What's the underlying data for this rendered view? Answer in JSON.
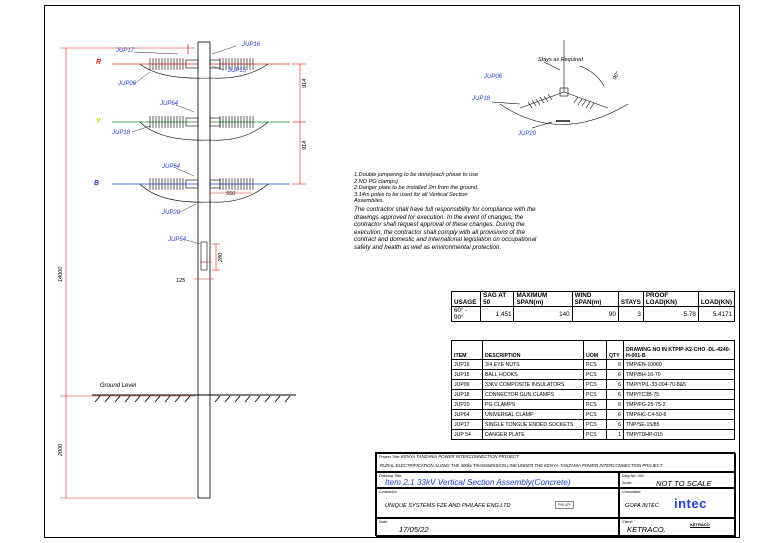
{
  "pole_labels": {
    "jup17": "JUP17",
    "jup16": "JUP16",
    "jup15": "JUP15",
    "jup06_left": "JUP06",
    "jup64_top": "JUP64",
    "jup18_left": "JUP18",
    "jup64_mid": "JUP64",
    "jup20_left": "JUP20",
    "jup54": "JUP54"
  },
  "phases": {
    "r": "R",
    "y": "Y",
    "b": "B"
  },
  "dimensions": {
    "d914_top": "914",
    "d914_mid": "914",
    "d550": "550",
    "d280": "280",
    "d125": "125",
    "d14000": "14000",
    "d2000": "2000"
  },
  "ground_level": "Ground Level",
  "stay_detail": {
    "title": "Stays as Required",
    "angle": "90°",
    "jup06": "JUP06",
    "jup18": "JUP18",
    "jup20": "JUP20"
  },
  "notes": {
    "line1": "1.Double jumpering to be done(each phase to use",
    "line1b": "2 NO PG clamps)",
    "line2": "2.Danger plate to be installed 2m from the ground.",
    "line3": "3.14m poles to be used for all Vertical Section",
    "line3b": "Assemblies.",
    "paragraph": "The contractor shall have full responsibility for compliance with the drawings approved for execution. In the event of changes, the contractor shall request approval of these changes. During the execution, the contractor shall comply with all provisions of the contract and domestic and international legislation on occupational safety and health as well as environmental protection."
  },
  "usage_table": {
    "headers": [
      "USAGE",
      "SAG AT 50",
      "MAXIMUM SPAN(m)",
      "WIND SPAN(m)",
      "STAYS",
      "PROOF LOAD(KN)",
      "LOAD(KN)"
    ],
    "row": [
      "60° - 90°",
      "1.451",
      "140",
      "90",
      "3",
      "5.78",
      "5.4171"
    ]
  },
  "items_table": {
    "headers": [
      "ITEM",
      "DESCRIPTION",
      "UOM",
      "QTY",
      "DRAWING NO IN KTPIP-K2-CHO -DL-4240-H-001-B"
    ],
    "rows": [
      [
        "JUP16",
        "3/4 EYE NUTS",
        "PCS",
        "6",
        "TMP/EN-10060"
      ],
      [
        "JUP15",
        "BALL HOOKS",
        "PCS",
        "6",
        "TMP/BH-16-70"
      ],
      [
        "JUP06",
        "33KV COMPOSITE INSULATORS",
        "PCS",
        "6",
        "TMP/YPIL-33-004-70-8&5"
      ],
      [
        "JUP18",
        "CONNECTOR GUN CLAMPS",
        "PCS",
        "6",
        "TMP/TC3B-75"
      ],
      [
        "JUP20",
        "PG CLAMPS",
        "PCS",
        "6",
        "TMP/PG-25-75-2"
      ],
      [
        "JUP64",
        "UNIVERSAL CLAMP",
        "PCS",
        "6",
        "TMP/HC-C4-50-6"
      ],
      [
        "JUP17",
        "SINGLE TONGUE ENDED SOCKETS",
        "PCS",
        "6",
        "TNP/SE-15/85"
      ],
      [
        "JUP 54",
        "DANGER PLATE",
        "PCS",
        "1",
        "TMP/TDHP-015"
      ]
    ]
  },
  "title_block": {
    "project_title_cap": "Project Title:",
    "project_title": "KENYA TANZANIA POWER INTERCONNECTION PROJECT",
    "project_sub": "RURAL ELECTRIFICATION ALONG THE 400kv TRANSMISSION LINE UNDER THE KENYA-TANZANIA POWER INTERCONNECTION PROJECT",
    "drawing_title_cap": "Drawing Title:",
    "drawing_title": "Item 2.1 33kV Vertical Section Assembly(Concrete)",
    "dwg_no_cap": "Dwg No: 002",
    "scale_cap": "Scale:",
    "scale": "NOT TO SCALE",
    "contractor_cap": "Contractor:",
    "contractor": "UNIQUE SYSTEMS FZE AND PHILAFE ENG.LTD",
    "philafe_logo": "PHILAFE",
    "consultant_cap": "Consultant:",
    "consultant": "GOPA INTEC",
    "intec_logo": "intec",
    "date_cap": "Date:",
    "date": "17/05/22",
    "client_cap": "Client:",
    "client": "KETRACO.",
    "ketraco_logo": "KETRACO"
  },
  "colors": {
    "line": "#000000",
    "red": "#e02020",
    "blue": "#1f3fd6",
    "green": "#1a8a1a"
  }
}
